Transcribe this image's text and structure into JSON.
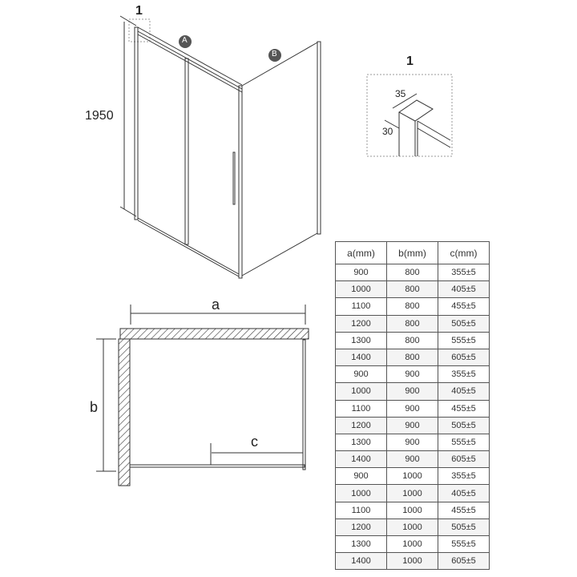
{
  "iso_view": {
    "detail_marker": "1",
    "height_label": "1950",
    "panel_a": "A",
    "panel_b": "B"
  },
  "detail_view": {
    "title": "1",
    "width_label": "35",
    "depth_label": "30"
  },
  "plan_view": {
    "a_label": "a",
    "b_label": "b",
    "c_label": "c"
  },
  "table": {
    "headers": [
      "a(mm)",
      "b(mm)",
      "c(mm)"
    ],
    "rows": [
      [
        "900",
        "800",
        "355±5"
      ],
      [
        "1000",
        "800",
        "405±5"
      ],
      [
        "1100",
        "800",
        "455±5"
      ],
      [
        "1200",
        "800",
        "505±5"
      ],
      [
        "1300",
        "800",
        "555±5"
      ],
      [
        "1400",
        "800",
        "605±5"
      ],
      [
        "900",
        "900",
        "355±5"
      ],
      [
        "1000",
        "900",
        "405±5"
      ],
      [
        "1100",
        "900",
        "455±5"
      ],
      [
        "1200",
        "900",
        "505±5"
      ],
      [
        "1300",
        "900",
        "555±5"
      ],
      [
        "1400",
        "900",
        "605±5"
      ],
      [
        "900",
        "1000",
        "355±5"
      ],
      [
        "1000",
        "1000",
        "405±5"
      ],
      [
        "1100",
        "1000",
        "455±5"
      ],
      [
        "1200",
        "1000",
        "505±5"
      ],
      [
        "1300",
        "1000",
        "555±5"
      ],
      [
        "1400",
        "1000",
        "605±5"
      ]
    ]
  }
}
